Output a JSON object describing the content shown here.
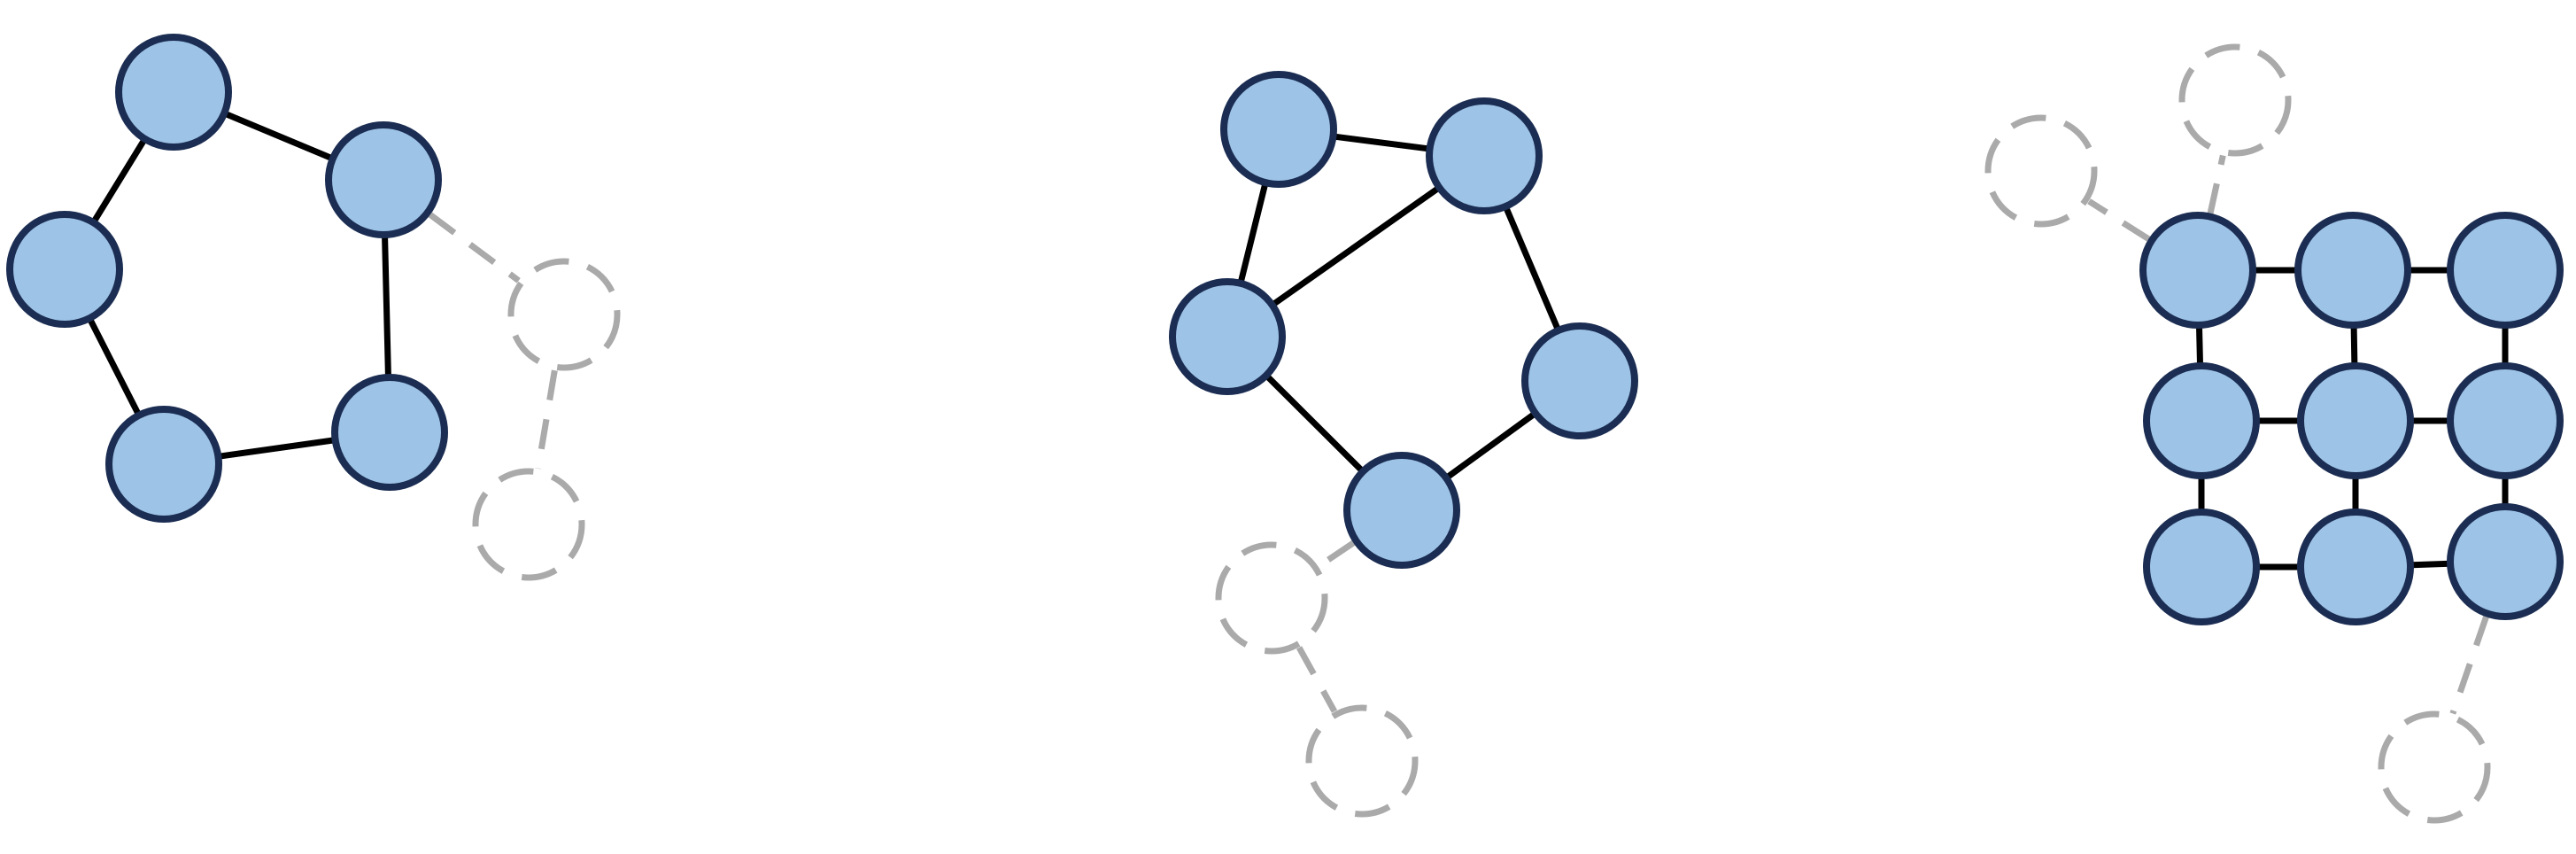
{
  "colors": {
    "node_fill": "#9dc3e6",
    "node_stroke": "#1b2d52",
    "edge": "#000000",
    "ghost": "#aaaaaa",
    "background": "#ffffff"
  },
  "graphs": [
    {
      "id": "pentagon-graph",
      "nodes": [
        "n0",
        "n1",
        "n2",
        "n3",
        "n4"
      ],
      "edges": [
        [
          "n0",
          "n1"
        ],
        [
          "n1",
          "n2"
        ],
        [
          "n2",
          "n3"
        ],
        [
          "n3",
          "n4"
        ],
        [
          "n4",
          "n0"
        ]
      ],
      "candidates": [
        {
          "id": "c0",
          "link_from": "n1"
        },
        {
          "id": "c1",
          "link_from": "c0"
        }
      ]
    },
    {
      "id": "irregular-graph",
      "nodes": [
        "m0",
        "m1",
        "m2",
        "m3",
        "m4"
      ],
      "edges": [
        [
          "m0",
          "m1"
        ],
        [
          "m0",
          "m2"
        ],
        [
          "m1",
          "m2"
        ],
        [
          "m1",
          "m4"
        ],
        [
          "m4",
          "m3"
        ],
        [
          "m3",
          "m2"
        ]
      ],
      "candidates": [
        {
          "id": "d0",
          "link_from": "m3"
        },
        {
          "id": "d1",
          "link_from": "d0"
        }
      ]
    },
    {
      "id": "grid-graph",
      "nodes": [
        "g00",
        "g01",
        "g02",
        "g10",
        "g11",
        "g12",
        "g20",
        "g21",
        "g22"
      ],
      "edges": [
        [
          "g00",
          "g01"
        ],
        [
          "g01",
          "g02"
        ],
        [
          "g10",
          "g11"
        ],
        [
          "g11",
          "g12"
        ],
        [
          "g20",
          "g21"
        ],
        [
          "g21",
          "g22"
        ],
        [
          "g00",
          "g10"
        ],
        [
          "g10",
          "g20"
        ],
        [
          "g01",
          "g11"
        ],
        [
          "g11",
          "g21"
        ],
        [
          "g02",
          "g12"
        ],
        [
          "g12",
          "g22"
        ]
      ],
      "candidates": [
        {
          "id": "e0",
          "link_from": "g00"
        },
        {
          "id": "e1",
          "link_from": "g00"
        },
        {
          "id": "e2",
          "link_from": "g22"
        }
      ]
    }
  ]
}
